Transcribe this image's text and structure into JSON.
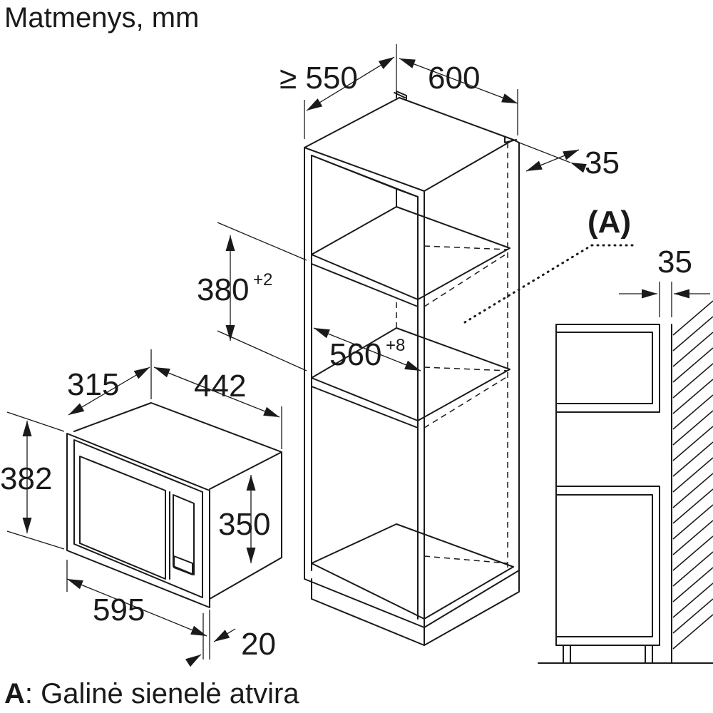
{
  "title": "Matmenys, mm",
  "legend": {
    "key": "A",
    "text": ": Galinė sienelė atvira"
  },
  "callout": "(A)",
  "dimensions": {
    "cabinet_depth": "≥ 550",
    "cabinet_width": "600",
    "cabinet_rear_gap": "35",
    "niche_height": "380",
    "niche_height_tol": "+2",
    "niche_width": "560",
    "niche_width_tol": "+8",
    "appliance_depth": "315",
    "appliance_width_body": "442",
    "appliance_height": "382",
    "appliance_body_height": "350",
    "appliance_front_width": "595",
    "appliance_front_thickness": "20",
    "side_rear_gap": "35"
  }
}
